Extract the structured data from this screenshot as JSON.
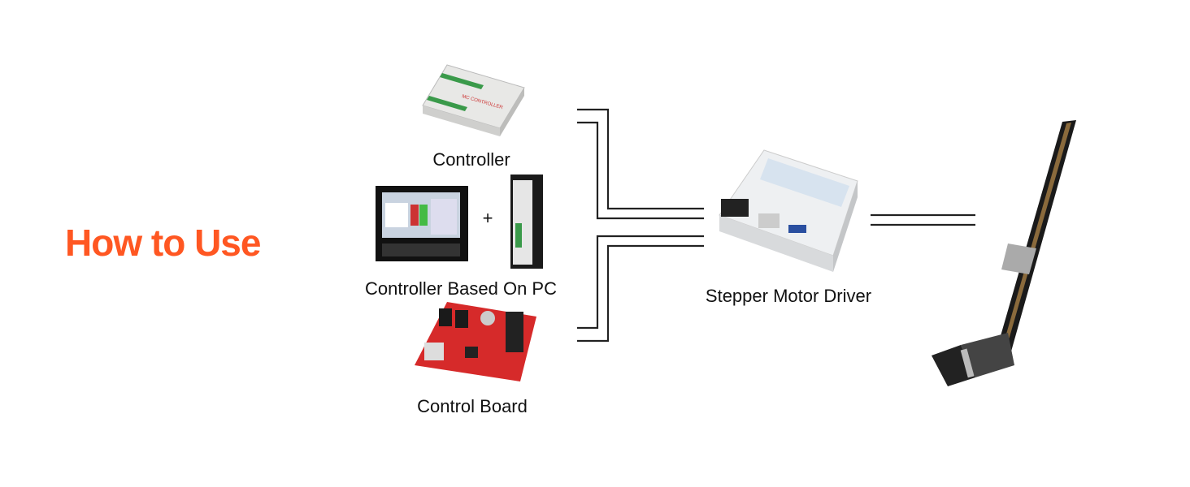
{
  "title": "How to Use",
  "colors": {
    "accent": "#FF5722",
    "line": "#222222"
  },
  "sources": [
    {
      "label": "Controller",
      "icon": "controller-icon"
    },
    {
      "label": "Controller Based On PC",
      "icon": "pc-controller-icon"
    },
    {
      "label": "Control Board",
      "icon": "control-board-icon"
    }
  ],
  "plus": "+",
  "driver": {
    "label": "Stepper Motor Driver",
    "icon": "stepper-driver-icon"
  },
  "actuator": {
    "icon": "linear-actuator-icon"
  }
}
